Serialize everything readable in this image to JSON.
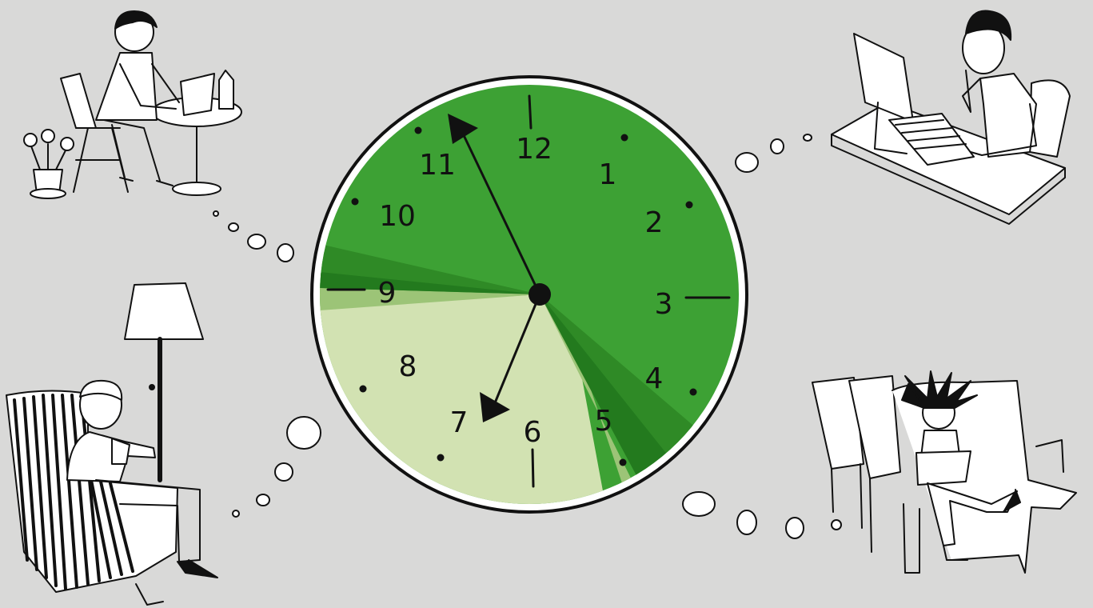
{
  "colors": {
    "background": "#d9d9d8",
    "clock_green": "#3da134",
    "clock_green_dark": "#2f8a26",
    "clock_green_darker": "#237a1e",
    "clock_green_mid": "#9cc477",
    "clock_green_light": "#d2e2b2",
    "ink": "#111111"
  },
  "clock": {
    "numerals": [
      "12",
      "1",
      "2",
      "3",
      "4",
      "5",
      "6",
      "7",
      "8",
      "9",
      "10",
      "11"
    ]
  }
}
